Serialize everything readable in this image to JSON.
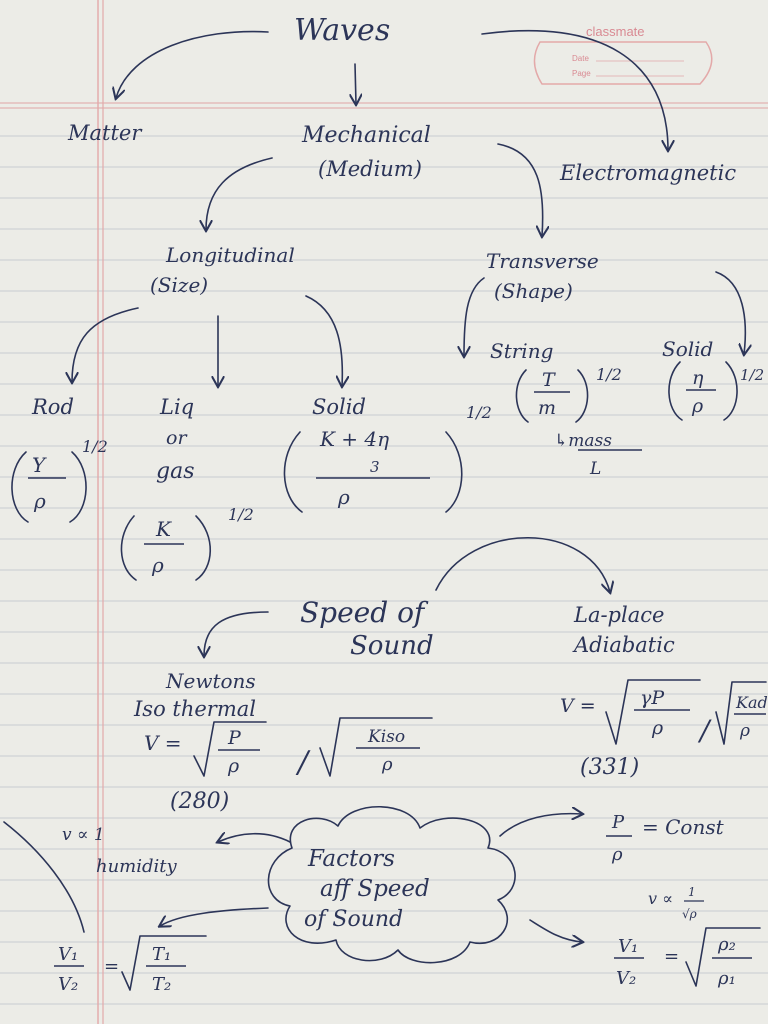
{
  "stamp": {
    "brand": "classmate",
    "date_label": "Date",
    "page_label": "Page"
  },
  "title": "Waves",
  "branches": {
    "matter": "Matter",
    "mechanical": "Mechanical",
    "medium": "(Medium)",
    "electromagnetic": "Electromagnetic"
  },
  "longitudinal": {
    "title": "Longitudinal",
    "note": "(Size)",
    "rod": {
      "label": "Rod",
      "num": "Y",
      "den": "ρ",
      "power": "1/2"
    },
    "liquid": {
      "line1": "Liq",
      "line2": "or",
      "line3": "gas",
      "num": "K",
      "den": "ρ",
      "power": "1/2"
    },
    "solid": {
      "label": "Solid",
      "num": "K + 4η",
      "num_sub": "3",
      "den": "ρ",
      "power": "1/2"
    }
  },
  "transverse": {
    "title": "Transverse",
    "note": "(Shape)",
    "string": {
      "label": "String",
      "num": "T",
      "den": "m",
      "power": "1/2",
      "mass_note": "↳mass",
      "mass_den": "L"
    },
    "solid": {
      "label": "Solid",
      "num": "η",
      "den": "ρ",
      "power": "1/2"
    }
  },
  "speed_of_sound": {
    "line1": "Speed of",
    "line2": "Sound",
    "newton": {
      "line1": "Newtons",
      "line2": "Iso thermal",
      "v": "V =",
      "num": "P",
      "den": "ρ",
      "slash": "/",
      "alt_num": "Kiso",
      "alt_den": "ρ",
      "value": "(280)"
    },
    "laplace": {
      "line1": "La-place",
      "line2": "Adiabatic",
      "v": "V =",
      "num": "γP",
      "den": "ρ",
      "slash": "/",
      "alt_num": "Kad",
      "alt_den": "ρ",
      "value": "(331)"
    }
  },
  "factors": {
    "line1": "Factors",
    "line2": "aff Speed",
    "line3": "of Sound",
    "humidity": {
      "line1": "v ∝ 1",
      "line2": "humidity"
    },
    "temperature": {
      "lhs_num": "V₁",
      "lhs_den": "V₂",
      "eq": "=",
      "num": "T₁",
      "den": "T₂"
    },
    "pressure": {
      "num": "P",
      "den": "ρ",
      "rhs": "= Const"
    },
    "density": {
      "prop": "v ∝",
      "prop_num": "1",
      "prop_den": "√ρ",
      "lhs_num": "V₁",
      "lhs_den": "V₂",
      "eq": "=",
      "num": "ρ₂",
      "den": "ρ₁"
    }
  }
}
